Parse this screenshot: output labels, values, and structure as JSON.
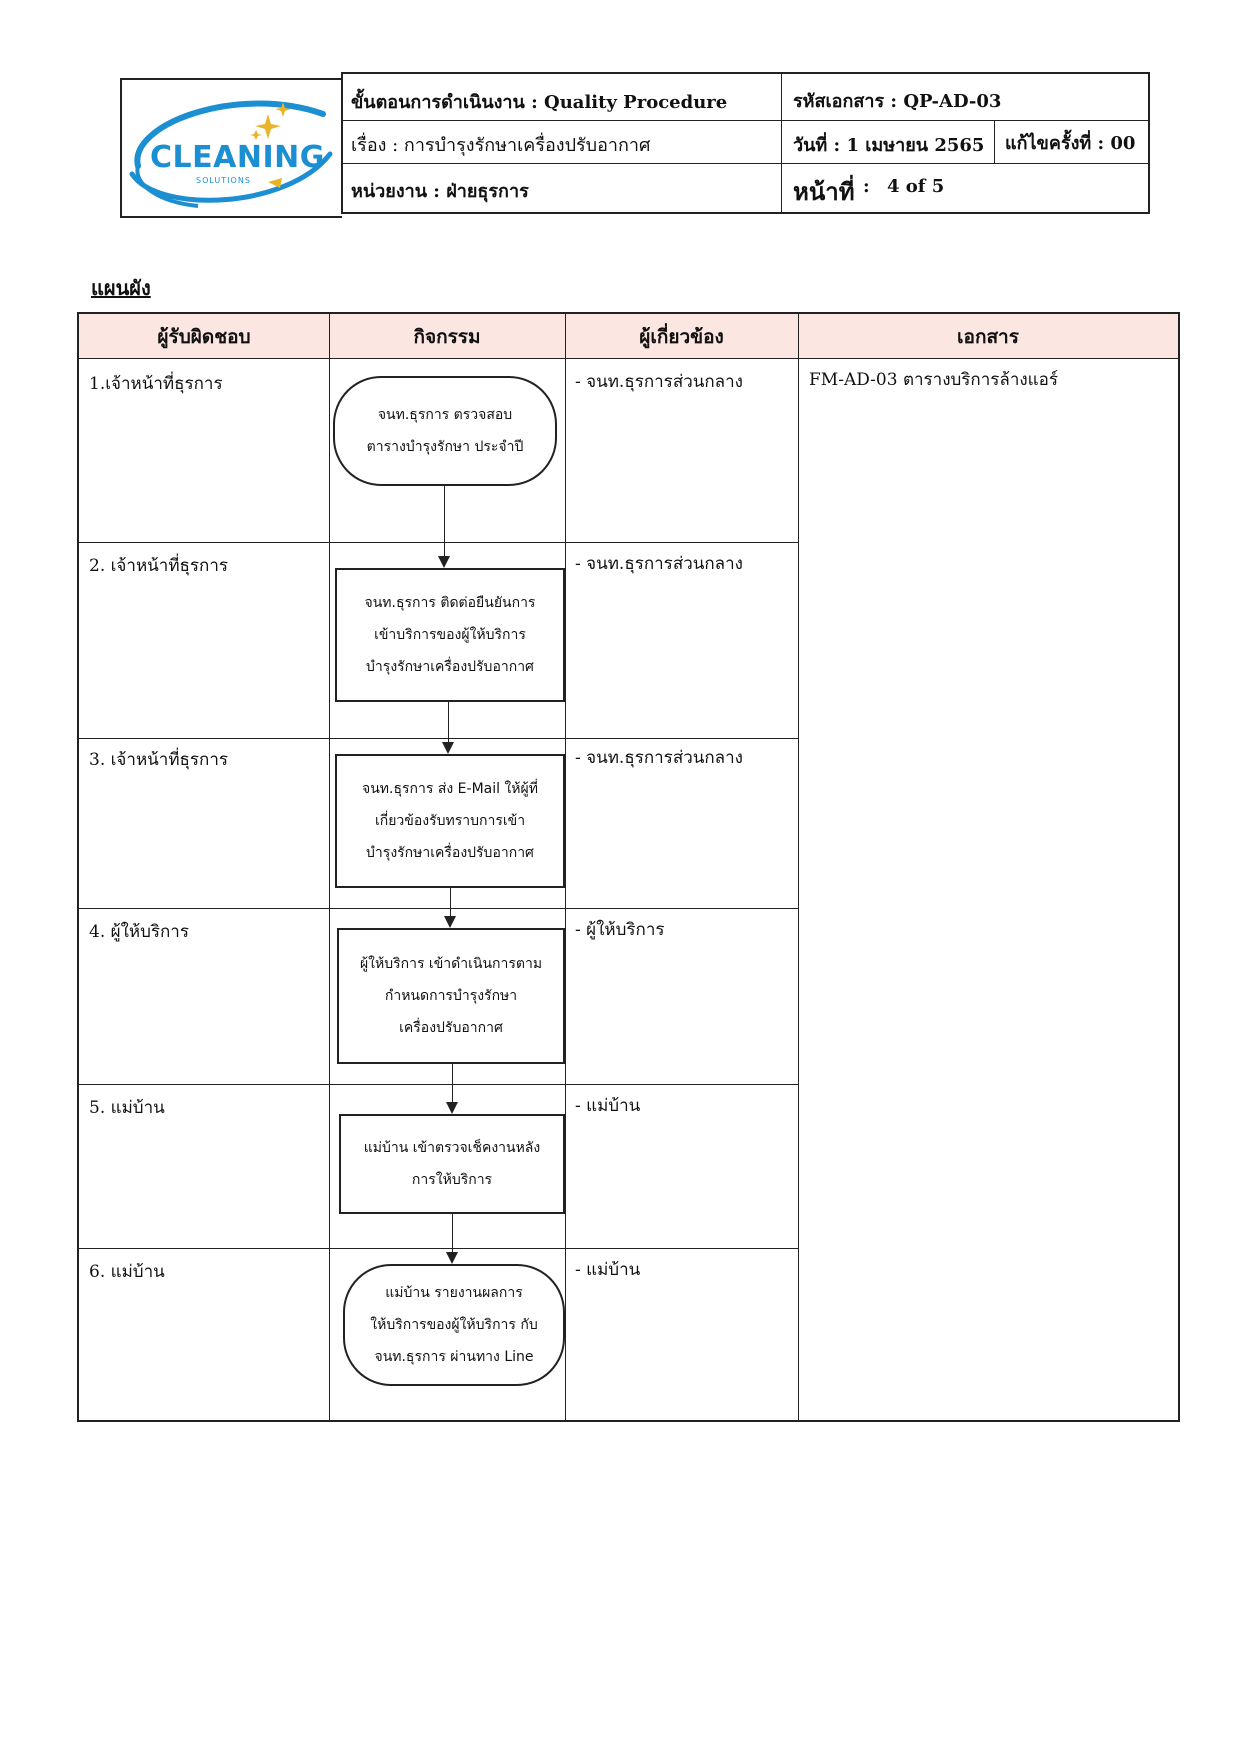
{
  "header": {
    "logo_main": "CLEANING",
    "logo_sub": "SOLUTIONS",
    "procedure_label": "ขั้นตอนการดำเนินงาน : Quality Procedure",
    "doc_code": "รหัสเอกสาร : QP-AD-03",
    "subject": "เรื่อง   : การบำรุงรักษาเครื่องปรับอากาศ",
    "date": "วันที่ : 1 เมษายน 2565",
    "revision": "แก้ไขครั้งที่ : 00",
    "department": "หน่วยงาน  : ฝ่ายธุรการ",
    "page_label": "หน้าที่",
    "page_colon": ":",
    "page_value": "4 of 5"
  },
  "section_title": "แผนผัง",
  "table": {
    "headers": [
      "ผู้รับผิดชอบ",
      "กิจกรรม",
      "ผู้เกี่ยวข้อง",
      "เอกสาร"
    ],
    "rows": [
      {
        "responsible": "1.เจ้าหน้าที่ธุรการ",
        "activity": [
          "จนท.ธุรการ ตรวจสอบ",
          "ตารางบำรุงรักษา ประจำปี"
        ],
        "related": "- จนท.ธุรการส่วนกลาง",
        "document": "FM-AD-03    ตารางบริการล้างแอร์"
      },
      {
        "responsible": "2. เจ้าหน้าที่ธุรการ",
        "activity": [
          "จนท.ธุรการ ติดต่อยืนยันการ",
          "เข้าบริการของผู้ให้บริการ",
          "บำรุงรักษาเครื่องปรับอากาศ"
        ],
        "related": "- จนท.ธุรการส่วนกลาง"
      },
      {
        "responsible": "3.  เจ้าหน้าที่ธุรการ",
        "activity": [
          "จนท.ธุรการ ส่ง E-Mail ให้ผู้ที่",
          "เกี่ยวข้องรับทราบการเข้า",
          "บำรุงรักษาเครื่องปรับอากาศ"
        ],
        "related": "- จนท.ธุรการส่วนกลาง"
      },
      {
        "responsible": "4.  ผู้ให้บริการ",
        "activity": [
          "ผู้ให้บริการ เข้าดำเนินการตาม",
          "กำหนดการบำรุงรักษา",
          "เครื่องปรับอากาศ"
        ],
        "related": "- ผู้ให้บริการ"
      },
      {
        "responsible": "5.  แม่บ้าน",
        "activity": [
          "แม่บ้าน เข้าตรวจเช็คงานหลัง",
          "การให้บริการ"
        ],
        "related": "- แม่บ้าน"
      },
      {
        "responsible": "6. แม่บ้าน",
        "activity": [
          "แม่บ้าน รายงานผลการ",
          "ให้บริการของผู้ให้บริการ กับ",
          "จนท.ธุรการ ผ่านทาง Line"
        ],
        "related": "- แม่บ้าน"
      }
    ]
  },
  "colors": {
    "header_fill": "#fbe6e2",
    "logo_blue": "#1b8fd2",
    "logo_gold": "#e8b52a"
  }
}
